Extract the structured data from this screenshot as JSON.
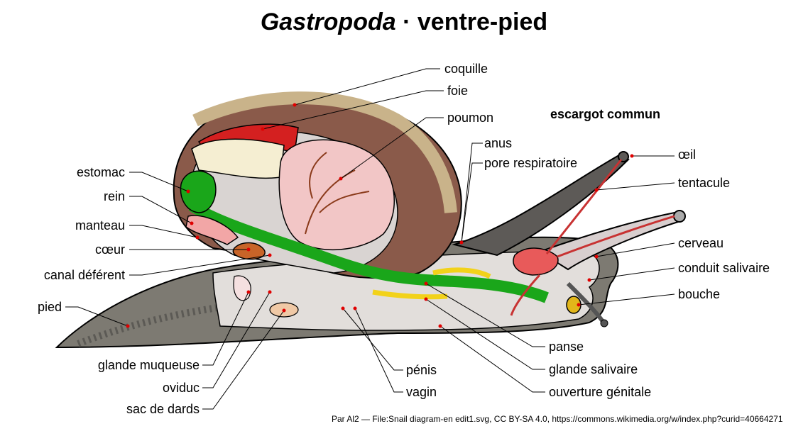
{
  "title": {
    "genus": "Gastropoda",
    "rest": " · ventre-pied"
  },
  "subtitle": "escargot commun",
  "labels": {
    "coquille": "coquille",
    "foie": "foie",
    "poumon": "poumon",
    "anus": "anus",
    "pore_respiratoire": "pore respiratoire",
    "oeil": "œil",
    "tentacule": "tentacule",
    "cerveau": "cerveau",
    "conduit_salivaire": "conduit salivaire",
    "bouche": "bouche",
    "panse": "panse",
    "glande_salivaire": "glande salivaire",
    "ouverture_genitale": "ouverture génitale",
    "penis": "pénis",
    "vagin": "vagin",
    "estomac": "estomac",
    "rein": "rein",
    "manteau": "manteau",
    "coeur": "cœur",
    "canal_deferent": "canal déférent",
    "pied": "pied",
    "glande_muqueuse": "glande muqueuse",
    "oviduc": "oviduc",
    "sac_de_dards": "sac de dards"
  },
  "credit": "Par Al2 — File:Snail diagram-en edit1.svg, CC BY-SA 4.0, https://commons.wikimedia.org/w/index.php?curid=40664271",
  "colors": {
    "shell": "#8a5a4a",
    "shell_band": "#c9b38a",
    "body": "#7d7a72",
    "body_interior": "#e2dedb",
    "intestine": "#1aa61a",
    "liver": "#d42020",
    "lung": "#f2c6c6",
    "gland": "#f2d21a",
    "brain": "#e85a5a",
    "nerve": "#c83232",
    "pointer": "#e00000"
  }
}
